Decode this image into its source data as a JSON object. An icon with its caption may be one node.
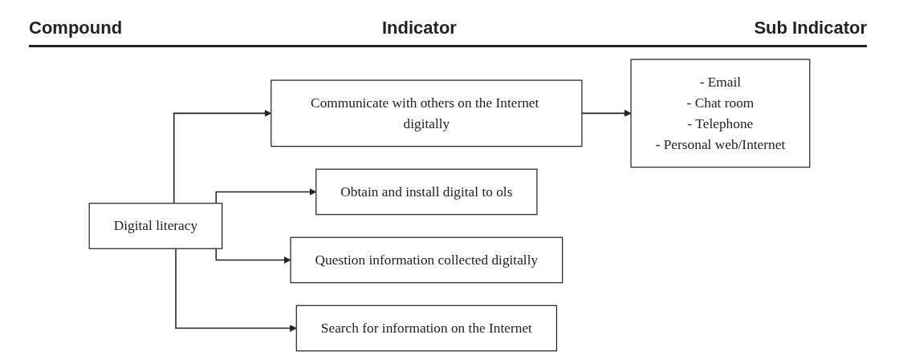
{
  "diagram": {
    "nodes": [
      {
        "text": [
          "Digital literacy"
        ]
      },
      {
        "text": [
          "Communicate with others on the Internet digitally"
        ]
      },
      {
        "text": [
          "Obtain and install digital to ols"
        ]
      },
      {
        "text": [
          "Question information collected digitally"
        ]
      },
      {
        "text": [
          "Search for information on the Internet"
        ]
      },
      {
        "text": [
          "- Email",
          "- Chat room",
          "- Telephone",
          "- Personal web/Internet"
        ]
      }
    ],
    "edges": [
      {
        "from": 0,
        "to": 1,
        "arrow": "to"
      },
      {
        "from": 0,
        "to": 2,
        "arrow": "to"
      },
      {
        "from": 0,
        "to": 3,
        "arrow": "to"
      },
      {
        "from": 0,
        "to": 4,
        "arrow": "to"
      },
      {
        "from": 1,
        "to": 5,
        "arrow": "to"
      }
    ],
    "labels": [
      "Compound",
      "Indicator",
      "Sub Indicator"
    ]
  }
}
